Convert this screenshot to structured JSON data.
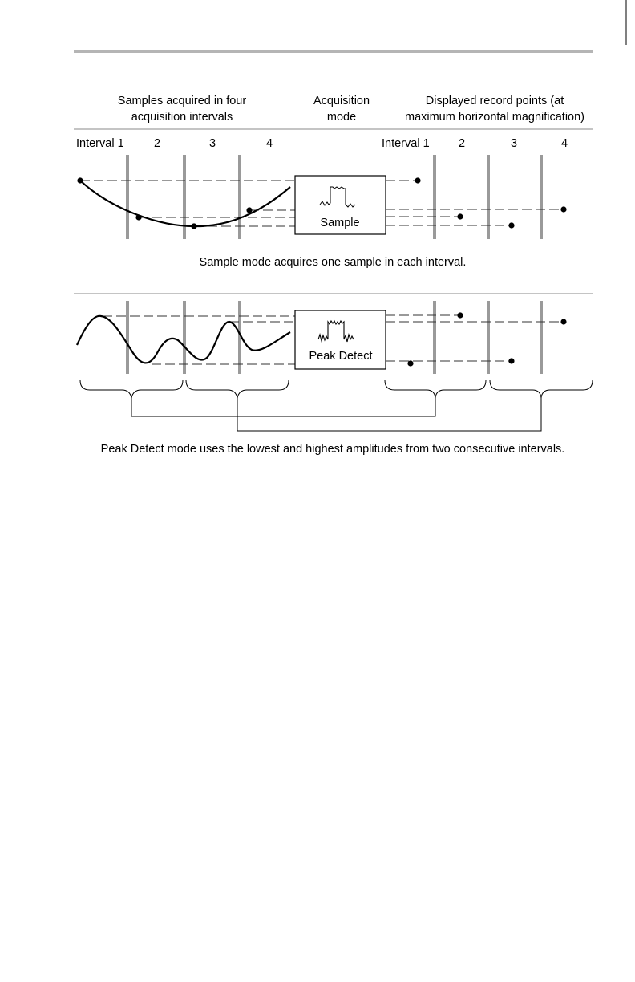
{
  "header": {
    "left_line1": "Samples acquired in four",
    "left_line2": "acquisition intervals",
    "mid_line1": "Acquisition",
    "mid_line2": "mode",
    "right_line1": "Displayed record points (at",
    "right_line2": "maximum horizontal magnification)"
  },
  "intervals_left": [
    "Interval 1",
    "2",
    "3",
    "4"
  ],
  "intervals_right": [
    "Interval 1",
    "2",
    "3",
    "4"
  ],
  "sample_panel": {
    "box_label": "Sample",
    "caption": "Sample mode acquires one sample in each interval."
  },
  "peak_panel": {
    "box_label": "Peak Detect",
    "caption": "Peak Detect mode uses the lowest and highest amplitudes from two consecutive intervals."
  }
}
